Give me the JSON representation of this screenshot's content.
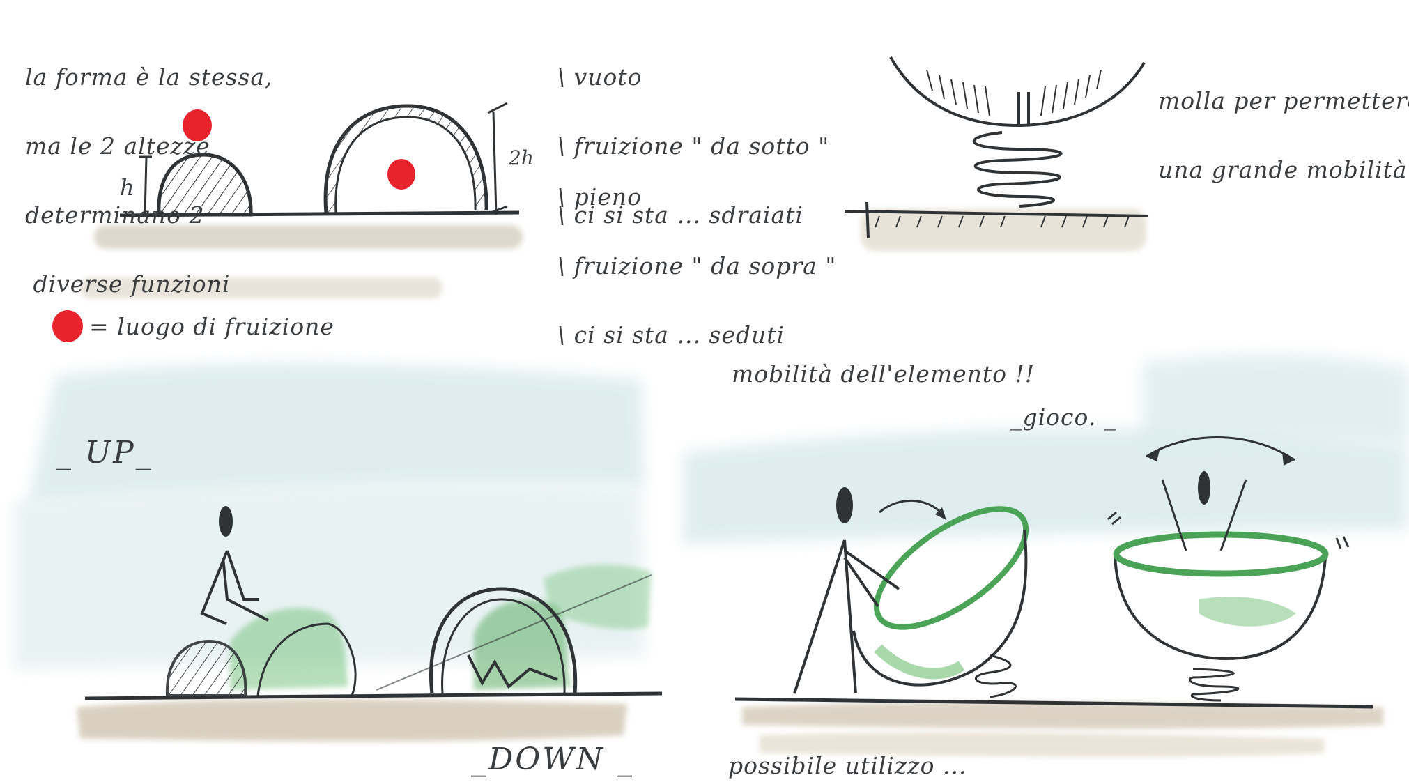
{
  "notes": {
    "forma": [
      "la forma è la stessa,",
      "ma le 2 altezze",
      "determinano 2",
      " diverse funzioni"
    ],
    "vuoto": [
      "\\ vuoto",
      "\\ fruizione \" da sotto \"",
      "\\ ci si sta ... sdraiati"
    ],
    "pieno": [
      "\\ pieno",
      "\\ fruizione \" da sopra \"",
      "\\ ci si sta ... seduti"
    ],
    "molla": [
      "molla per permettere",
      "una grande mobilità _"
    ],
    "legend": "= luogo di fruizione",
    "mobilita": "mobilità dell'elemento !!",
    "gioco": "_gioco. _",
    "up": "_ UP_",
    "down": "_DOWN _",
    "possibile": "possibile utilizzo ..."
  },
  "dimension_labels": {
    "h": "h",
    "two_h": "2h"
  },
  "colors": {
    "ink": "#2f3336",
    "red_dot": "#e8232c",
    "green_wash": "#6fbf73",
    "sky_wash": "#dceff1",
    "ground_wash": "#cfc6b6"
  }
}
